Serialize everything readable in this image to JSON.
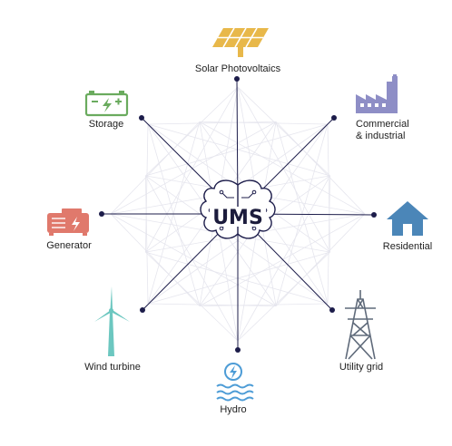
{
  "diagram": {
    "hub": {
      "label": "UMS",
      "icon": "brain-circuit-icon"
    },
    "nodes": [
      {
        "id": "solar",
        "label": "Solar Photovoltaics",
        "icon": "solar-panel-icon",
        "color": "#e8b84a"
      },
      {
        "id": "commercial",
        "label_lines": [
          "Commercial",
          "& industrial"
        ],
        "icon": "factory-icon",
        "color": "#8e8ec6"
      },
      {
        "id": "residential",
        "label": "Residential",
        "icon": "house-icon",
        "color": "#4b86b8"
      },
      {
        "id": "utility",
        "label": "Utility grid",
        "icon": "transmission-tower-icon",
        "color": "#5f6a7a"
      },
      {
        "id": "hydro",
        "label": "Hydro",
        "icon": "hydro-water-icon",
        "color": "#4d9cd6"
      },
      {
        "id": "wind",
        "label": "Wind turbine",
        "icon": "wind-turbine-icon",
        "color": "#6cc7c0"
      },
      {
        "id": "generator",
        "label": "Generator",
        "icon": "generator-icon",
        "color": "#e0796c"
      },
      {
        "id": "storage",
        "label": "Storage",
        "icon": "battery-icon",
        "color": "#6aab5e"
      }
    ],
    "colors": {
      "connector": "#1c1c4a",
      "mesh": "#e6e6ee",
      "hub_text": "#1c1c3c"
    }
  }
}
